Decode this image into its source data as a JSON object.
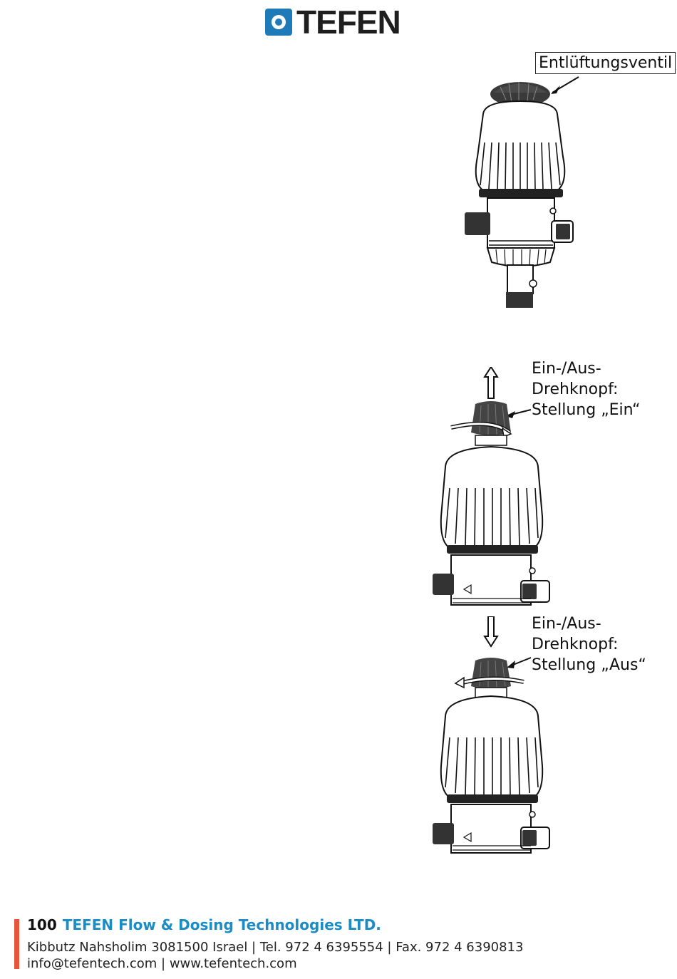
{
  "header": {
    "logo_text": "TEFEN",
    "logo_color": "#1f7bb8"
  },
  "figures": {
    "vent": {
      "label": "Entlüftungsventil"
    },
    "knob_on": {
      "label": "Ein-/Aus-\nDrehknopf:\nStellung „Ein“"
    },
    "knob_off": {
      "label": "Ein-/Aus-\nDrehknopf:\nStellung „Aus“"
    }
  },
  "footer": {
    "page_number": "100",
    "company": "TEFEN Flow & Dosing Technologies LTD.",
    "address": "Kibbutz Nahsholim 3081500 Israel | Tel. 972 4 6395554 | Fax. 972 4 6390813",
    "contact": "info@tefentech.com | www.tefentech.com",
    "accent_color": "#e8553b",
    "company_color": "#1a8cc6"
  }
}
